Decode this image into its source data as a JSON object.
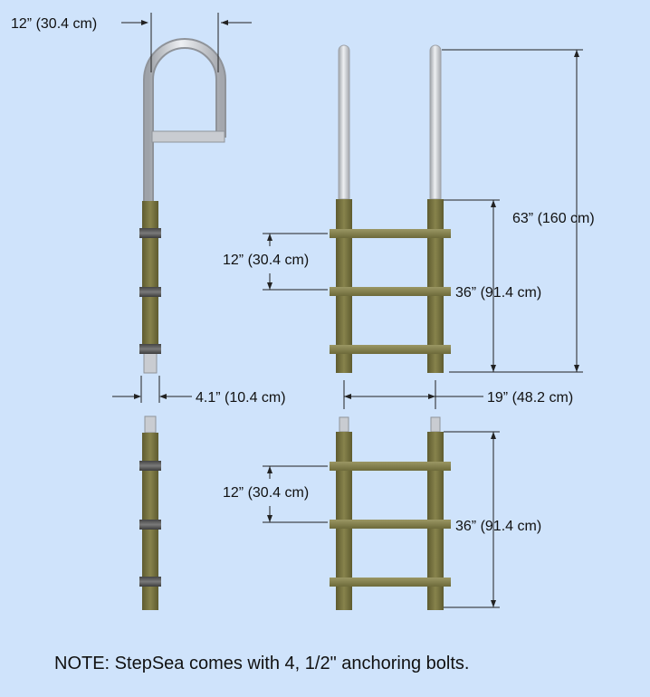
{
  "colors": {
    "background": "#cfe3fb",
    "post_wood": "#7d7a43",
    "post_wood_dark": "#5e5b2f",
    "step_wood": "#8a8655",
    "bracket": "#555555",
    "aluminum": "#dcdee2",
    "aluminum_dark": "#a9acb2"
  },
  "dimensions": {
    "handrail_width": "12” (30.4 cm)",
    "post_width": "4.1” (10.4 cm)",
    "total_height": "63” (160 cm)",
    "upper_step_spacing": "12” (30.4 cm)",
    "upper_section_height": "36” (91.4 cm)",
    "ladder_width": "19” (48.2 cm)",
    "lower_step_spacing": "12” (30.4 cm)",
    "lower_section_height": "36” (91.4 cm)"
  },
  "note": "NOTE: StepSea comes with 4, 1/2\" anchoring bolts."
}
